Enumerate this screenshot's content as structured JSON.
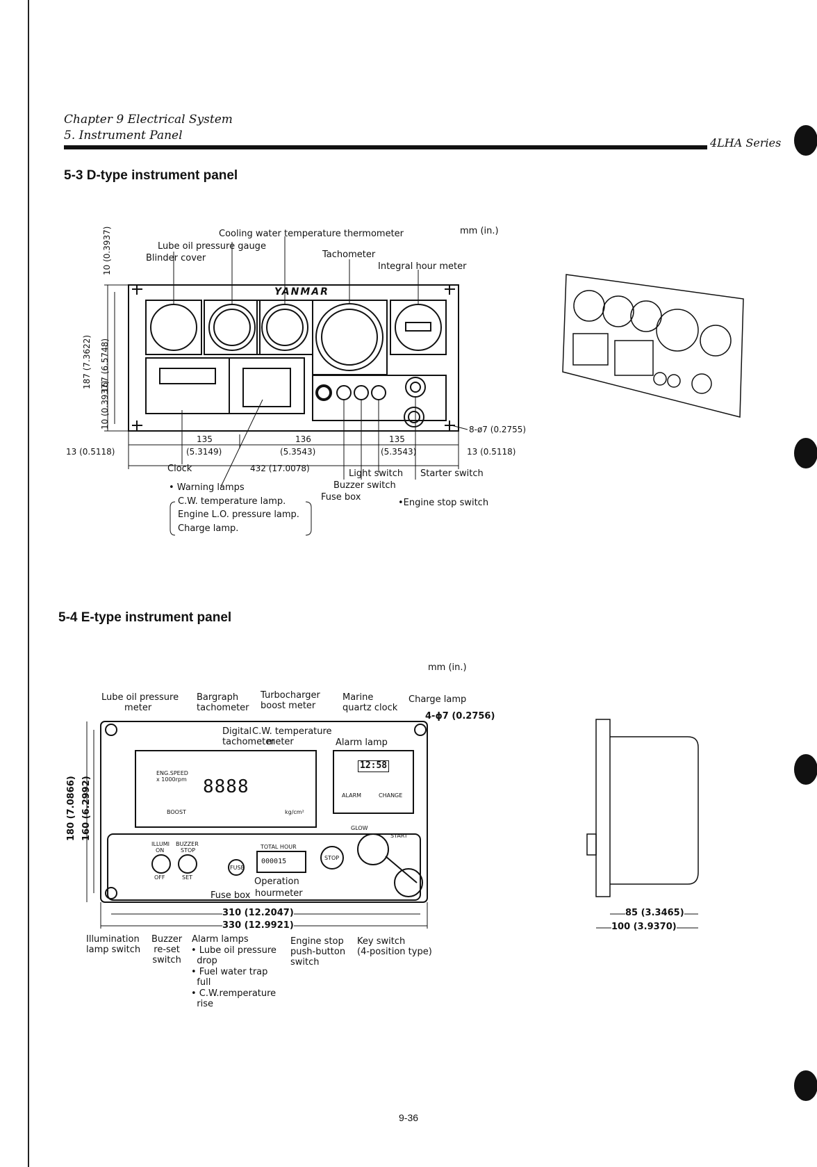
{
  "header": {
    "chapter": "Chapter 9 Electrical System",
    "section": "5. Instrument Panel",
    "series": "4LHA Series"
  },
  "section_53": {
    "title": "5-3   D-type instrument panel",
    "units": "mm (in.)",
    "brand": "YANMAR",
    "labels": {
      "cooling_thermo": "Cooling water temperature thermometer",
      "lube_gauge": "Lube oil pressure gauge",
      "blinder": "Blinder cover",
      "tachometer": "Tachometer",
      "hour_meter": "Integral hour meter",
      "clock": "Clock",
      "warning_lamps": "• Warning lamps",
      "cw_lamp": "C.W. temperature lamp.",
      "lo_lamp": "Engine L.O. pressure lamp.",
      "charge_lamp": "Charge lamp.",
      "light_switch": "Light switch",
      "starter_switch": "Starter switch",
      "buzzer_switch": "Buzzer switch",
      "fuse_box": "Fuse box",
      "engine_stop": "•Engine stop switch",
      "hole": "8-ø7 (0.2755)"
    },
    "dims": {
      "d10a": "10 (0.3937)",
      "d187": "187 (7.3622)",
      "d167": "167 (6.5748)",
      "d10b": "10 (0.3937)",
      "d135a": "135",
      "d135a_in": "(5.3149)",
      "d136": "136",
      "d136_in": "(5.3543)",
      "d135b": "135",
      "d135b_in": "(5.3543)",
      "d13l": "13 (0.5118)",
      "d13r": "13 (0.5118)",
      "d432": "432 (17.0078)"
    }
  },
  "section_54": {
    "title": "5-4   E-type instrument panel",
    "units": "mm (in.)",
    "labels": {
      "lube_meter": "Lube oil pressure\n        meter",
      "bargraph": "Bargraph\ntachometer",
      "turbo": "Turbocharger\nboost meter",
      "marine_clock": "Marine\nquartz clock",
      "charge_lamp": "Charge lamp",
      "hole": "4-ϕ7 (0.2756)",
      "digital_tach": "Digital\ntachometer",
      "cw_meter": "C.W. temperature\n     meter",
      "alarm_lamp": "Alarm lamp",
      "operation": "Operation",
      "hourmeter": "hourmeter",
      "fuse_box": "Fuse box",
      "illum": "Illumination\nlamp switch",
      "buzzer_reset": "Buzzer\nre-set\nswitch",
      "alarm_lamps": "Alarm lamps",
      "alarm_1": "• Lube oil pressure\n  drop",
      "alarm_2": "• Fuel water trap\n  full",
      "alarm_3": "• C.W.remperature\n  rise",
      "engine_stop": "Engine stop\npush-button\nswitch",
      "key_switch": "Key switch\n(4-position type)"
    },
    "panel_text": {
      "eng_speed": "ENG.SPEED",
      "rpm_scale": "x 1000rpm",
      "boost": "BOOST",
      "kg": "kg/cm²",
      "clock_time": "12:58",
      "alarm": "ALARM",
      "change": "CHANGE",
      "illumi": "ILLUMI",
      "buzzer": "BUZZER",
      "on": "ON",
      "off": "OFF",
      "stop": "STOP",
      "set": "SET",
      "fuse": "FUSE",
      "total_hour": "TOTAL HOUR",
      "glow": "GLOW",
      "start": "START",
      "stop_btn": "STOP",
      "hours": "000015"
    },
    "dims": {
      "d180": "180 (7.0866)",
      "d160": "160 (6.2992)",
      "d310": "310 (12.2047)",
      "d330": "330 (12.9921)",
      "d85": "85 (3.3465)",
      "d100": "100 (3.9370)"
    }
  },
  "page_number": "9-36"
}
